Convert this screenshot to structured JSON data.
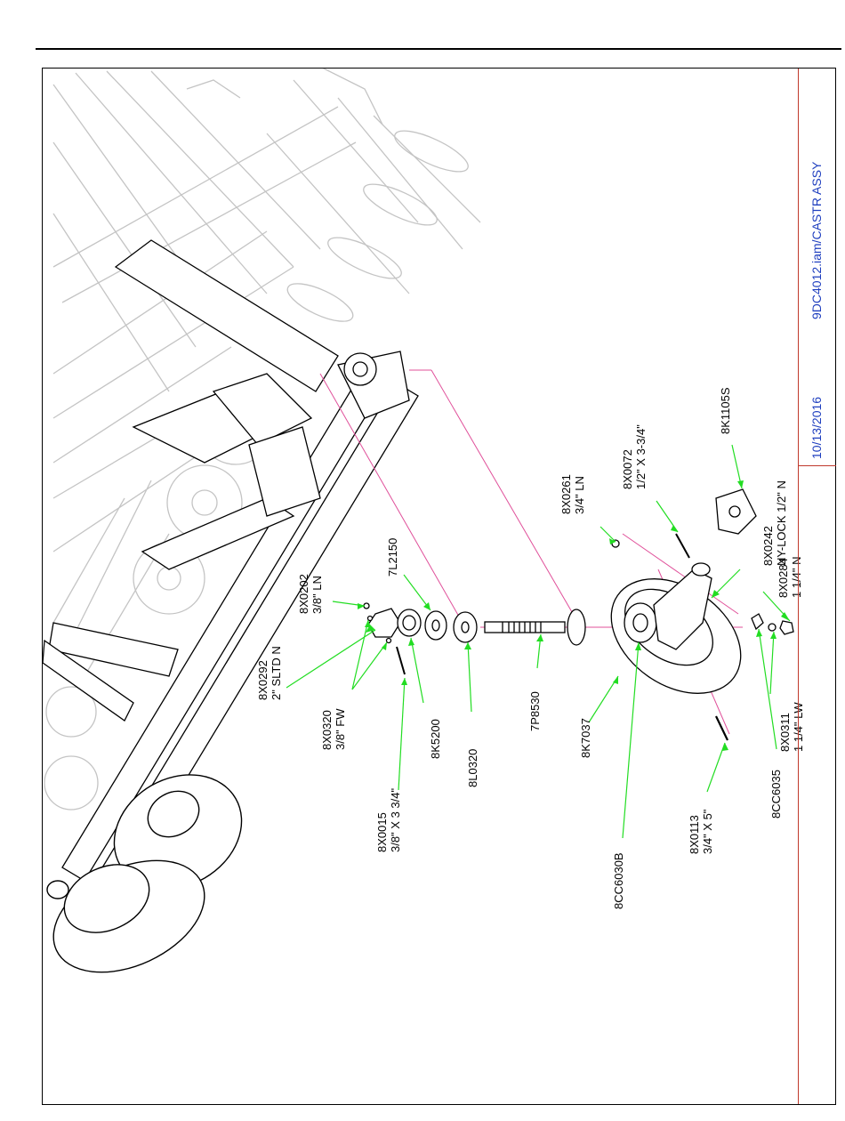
{
  "title_block": {
    "file_name": "9DC4012.iam/CASTR ASSY",
    "date": "10/13/2016"
  },
  "callouts": [
    {
      "id": "8X0292",
      "part": "8X0292",
      "desc": "2\" SLTD N"
    },
    {
      "id": "8X0202",
      "part": "8X0202",
      "desc": "3/8\" LN"
    },
    {
      "id": "8X0320",
      "part": "8X0320",
      "desc": "3/8\" FW"
    },
    {
      "id": "8X0015",
      "part": "8X0015",
      "desc": "3/8\" X 3 3/4\""
    },
    {
      "id": "8K5200",
      "part": "8K5200",
      "desc": ""
    },
    {
      "id": "7L2150",
      "part": "7L2150",
      "desc": ""
    },
    {
      "id": "8L0320",
      "part": "8L0320",
      "desc": ""
    },
    {
      "id": "7P8530",
      "part": "7P8530",
      "desc": ""
    },
    {
      "id": "8K7037",
      "part": "8K7037",
      "desc": ""
    },
    {
      "id": "8X0261",
      "part": "8X0261",
      "desc": "3/4\" LN"
    },
    {
      "id": "8X0072",
      "part": "8X0072",
      "desc": "1/2\" X 3-3/4\""
    },
    {
      "id": "8K1105S",
      "part": "8K1105S",
      "desc": ""
    },
    {
      "id": "8X0242",
      "part": "8X0242",
      "desc": "NY-LOCK 1/2\" N"
    },
    {
      "id": "8X0284",
      "part": "8X0284",
      "desc": "1 1/4\" N"
    },
    {
      "id": "8X0311",
      "part": "8X0311",
      "desc": "1 1/4\" LW"
    },
    {
      "id": "8CC6035",
      "part": "8CC6035",
      "desc": ""
    },
    {
      "id": "8CC6030B",
      "part": "8CC6030B",
      "desc": ""
    },
    {
      "id": "8X0113",
      "part": "8X0113",
      "desc": "3/4\" X 5\""
    }
  ],
  "colors": {
    "leader": "#22dd22",
    "centerline": "#e0509a",
    "title_text": "#1f3fbf",
    "title_border": "#c0392b",
    "ghost": "#b8b8b8"
  }
}
